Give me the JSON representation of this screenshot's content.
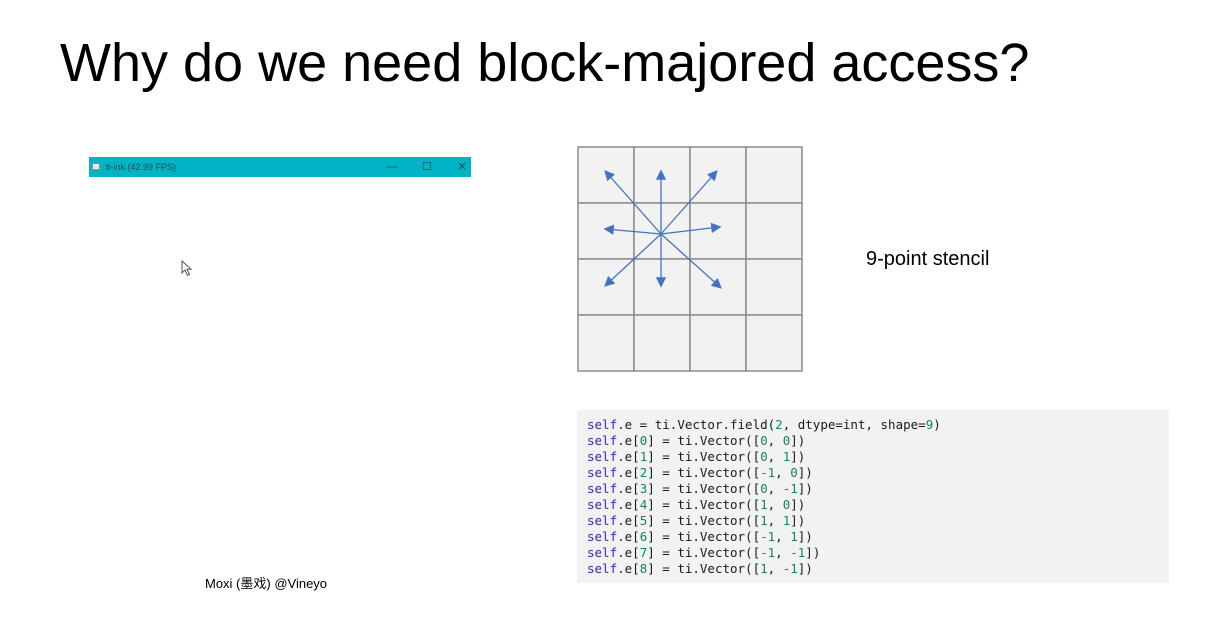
{
  "slide": {
    "title": "Why do we need block-majored access?",
    "stencil_label": "9-point stencil",
    "credit": "Moxi (墨戏) @Vineyo"
  },
  "window": {
    "title": "ti-ink (42.99 FPS)",
    "titlebar_color": "#00b4c6",
    "controls": [
      "—",
      "☐",
      "✕"
    ]
  },
  "stencil": {
    "rows": 4,
    "cols": 4,
    "cell_fill": "#f2f2f2",
    "arrow_color": "#4472c4"
  },
  "code": {
    "lines": [
      [
        [
          "self",
          "kw"
        ],
        [
          ".e = ti.Vector.field(",
          ""
        ],
        [
          "2",
          "num"
        ],
        [
          ", dtype=int, shape=",
          ""
        ],
        [
          "9",
          "num"
        ],
        [
          ")",
          ""
        ]
      ],
      [
        [
          "self",
          "kw"
        ],
        [
          ".e[",
          ""
        ],
        [
          "0",
          "num"
        ],
        [
          "] = ti.Vector([",
          ""
        ],
        [
          "0",
          "num"
        ],
        [
          ", ",
          ""
        ],
        [
          "0",
          "num"
        ],
        [
          "])",
          ""
        ]
      ],
      [
        [
          "self",
          "kw"
        ],
        [
          ".e[",
          ""
        ],
        [
          "1",
          "num"
        ],
        [
          "] = ti.Vector([",
          ""
        ],
        [
          "0",
          "num"
        ],
        [
          ", ",
          ""
        ],
        [
          "1",
          "num"
        ],
        [
          "])",
          ""
        ]
      ],
      [
        [
          "self",
          "kw"
        ],
        [
          ".e[",
          ""
        ],
        [
          "2",
          "num"
        ],
        [
          "] = ti.Vector([",
          ""
        ],
        [
          "-1",
          "num"
        ],
        [
          ", ",
          ""
        ],
        [
          "0",
          "num"
        ],
        [
          "])",
          ""
        ]
      ],
      [
        [
          "self",
          "kw"
        ],
        [
          ".e[",
          ""
        ],
        [
          "3",
          "num"
        ],
        [
          "] = ti.Vector([",
          ""
        ],
        [
          "0",
          "num"
        ],
        [
          ", ",
          ""
        ],
        [
          "-1",
          "num"
        ],
        [
          "])",
          ""
        ]
      ],
      [
        [
          "self",
          "kw"
        ],
        [
          ".e[",
          ""
        ],
        [
          "4",
          "num"
        ],
        [
          "] = ti.Vector([",
          ""
        ],
        [
          "1",
          "num"
        ],
        [
          ", ",
          ""
        ],
        [
          "0",
          "num"
        ],
        [
          "])",
          ""
        ]
      ],
      [
        [
          "self",
          "kw"
        ],
        [
          ".e[",
          ""
        ],
        [
          "5",
          "num"
        ],
        [
          "] = ti.Vector([",
          ""
        ],
        [
          "1",
          "num"
        ],
        [
          ", ",
          ""
        ],
        [
          "1",
          "num"
        ],
        [
          "])",
          ""
        ]
      ],
      [
        [
          "self",
          "kw"
        ],
        [
          ".e[",
          ""
        ],
        [
          "6",
          "num"
        ],
        [
          "] = ti.Vector([",
          ""
        ],
        [
          "-1",
          "num"
        ],
        [
          ", ",
          ""
        ],
        [
          "1",
          "num"
        ],
        [
          "])",
          ""
        ]
      ],
      [
        [
          "self",
          "kw"
        ],
        [
          ".e[",
          ""
        ],
        [
          "7",
          "num"
        ],
        [
          "] = ti.Vector([",
          ""
        ],
        [
          "-1",
          "num"
        ],
        [
          ", ",
          ""
        ],
        [
          "-1",
          "num"
        ],
        [
          "])",
          ""
        ]
      ],
      [
        [
          "self",
          "kw"
        ],
        [
          ".e[",
          ""
        ],
        [
          "8",
          "num"
        ],
        [
          "] = ti.Vector([",
          ""
        ],
        [
          "1",
          "num"
        ],
        [
          ", ",
          ""
        ],
        [
          "-1",
          "num"
        ],
        [
          "])",
          ""
        ]
      ]
    ]
  },
  "icons": {
    "window_app": "app-icon",
    "minimize": "minimize-icon",
    "maximize": "maximize-icon",
    "close": "close-icon",
    "cursor": "mouse-pointer-icon"
  }
}
